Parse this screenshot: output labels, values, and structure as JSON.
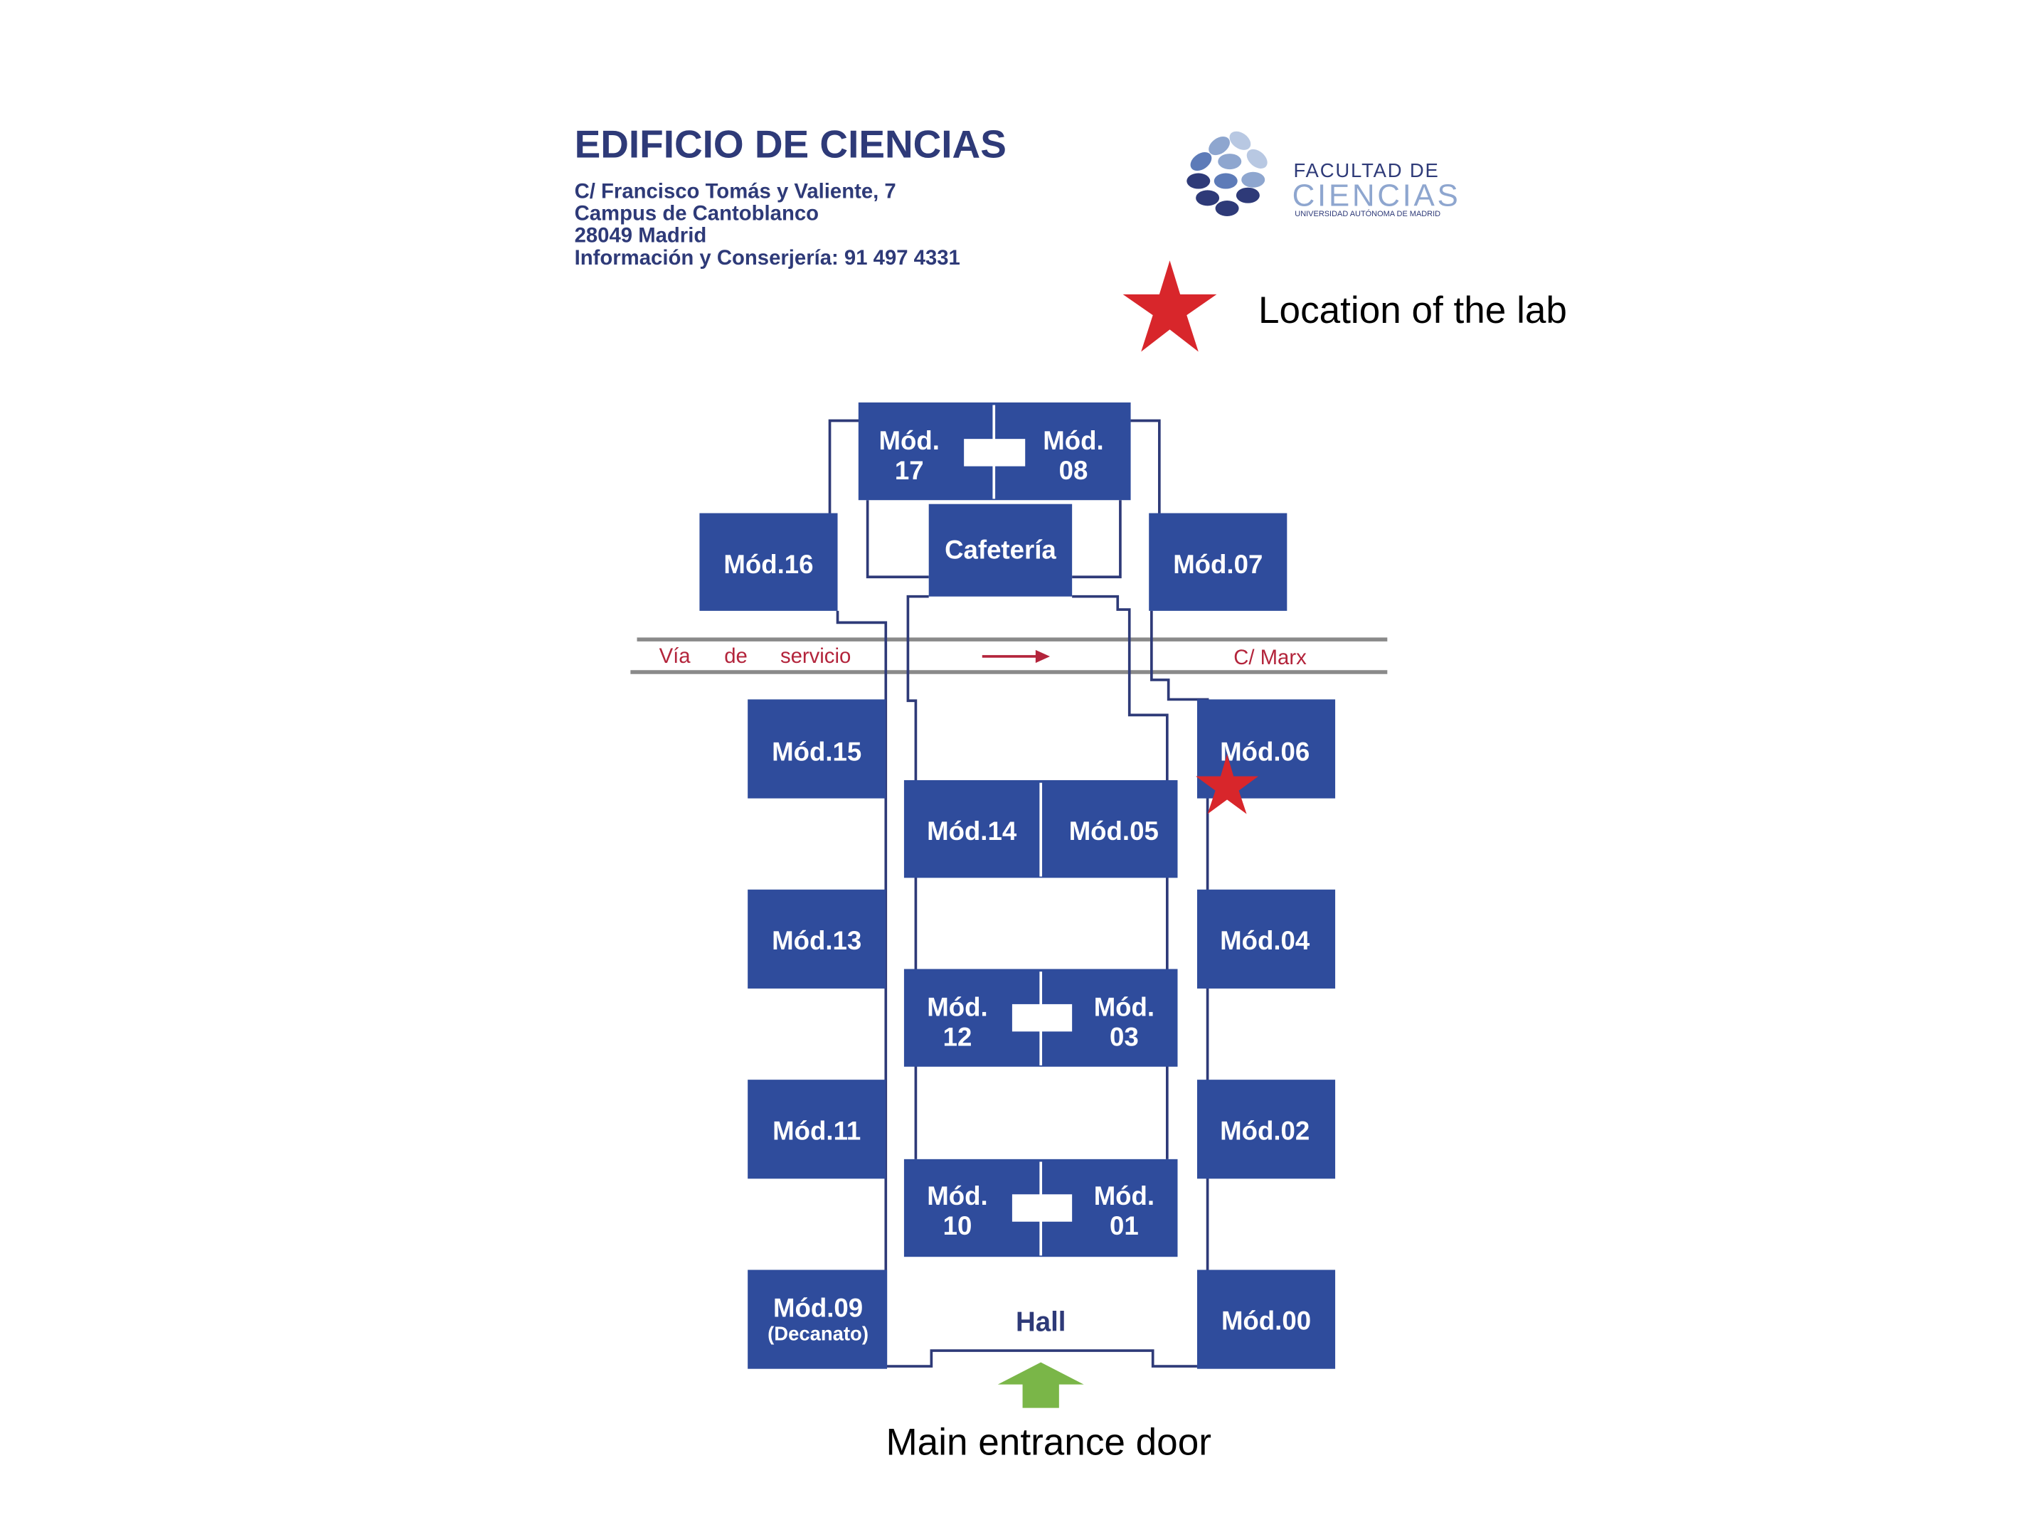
{
  "header": {
    "title": "EDIFICIO DE CIENCIAS",
    "address_lines": [
      "C/ Francisco Tomás y Valiente, 7",
      "Campus de Cantoblanco",
      "28049 Madrid",
      "Información y Conserjería: 91 497 4331"
    ]
  },
  "logo": {
    "line1": "FACULTAD DE",
    "line2": "CIENCIAS",
    "line3": "UNIVERSIDAD AUTÓNOMA DE MADRID"
  },
  "legend": {
    "star_label": "Location of the lab",
    "star_color": "#d8262b"
  },
  "modules": {
    "m17": [
      "Mód.",
      "17"
    ],
    "m08": [
      "Mód.",
      "08"
    ],
    "m16": "Mód.16",
    "m07": "Mód.07",
    "cafeteria": "Cafetería",
    "m15": "Mód.15",
    "m06": "Mód.06",
    "m14": "Mód.14",
    "m05": "Mód.05",
    "m13": "Mód.13",
    "m04": "Mód.04",
    "m12": [
      "Mód.",
      "12"
    ],
    "m03": [
      "Mód.",
      "03"
    ],
    "m11": "Mód.11",
    "m02": "Mód.02",
    "m10": [
      "Mód.",
      "10"
    ],
    "m01": [
      "Mód.",
      "01"
    ],
    "m09": "Mód.09",
    "m09_sub": "(Decanato)",
    "m00": "Mód.00",
    "hall": "Hall"
  },
  "roads": {
    "service_road": [
      "Vía",
      "de",
      "servicio"
    ],
    "street": "C/ Marx"
  },
  "entrance": {
    "label": "Main entrance door",
    "arrow_color": "#7ab648"
  },
  "colors": {
    "module_fill": "#2f4c9c",
    "header_text": "#2e3a78",
    "road_text": "#b3243b"
  }
}
